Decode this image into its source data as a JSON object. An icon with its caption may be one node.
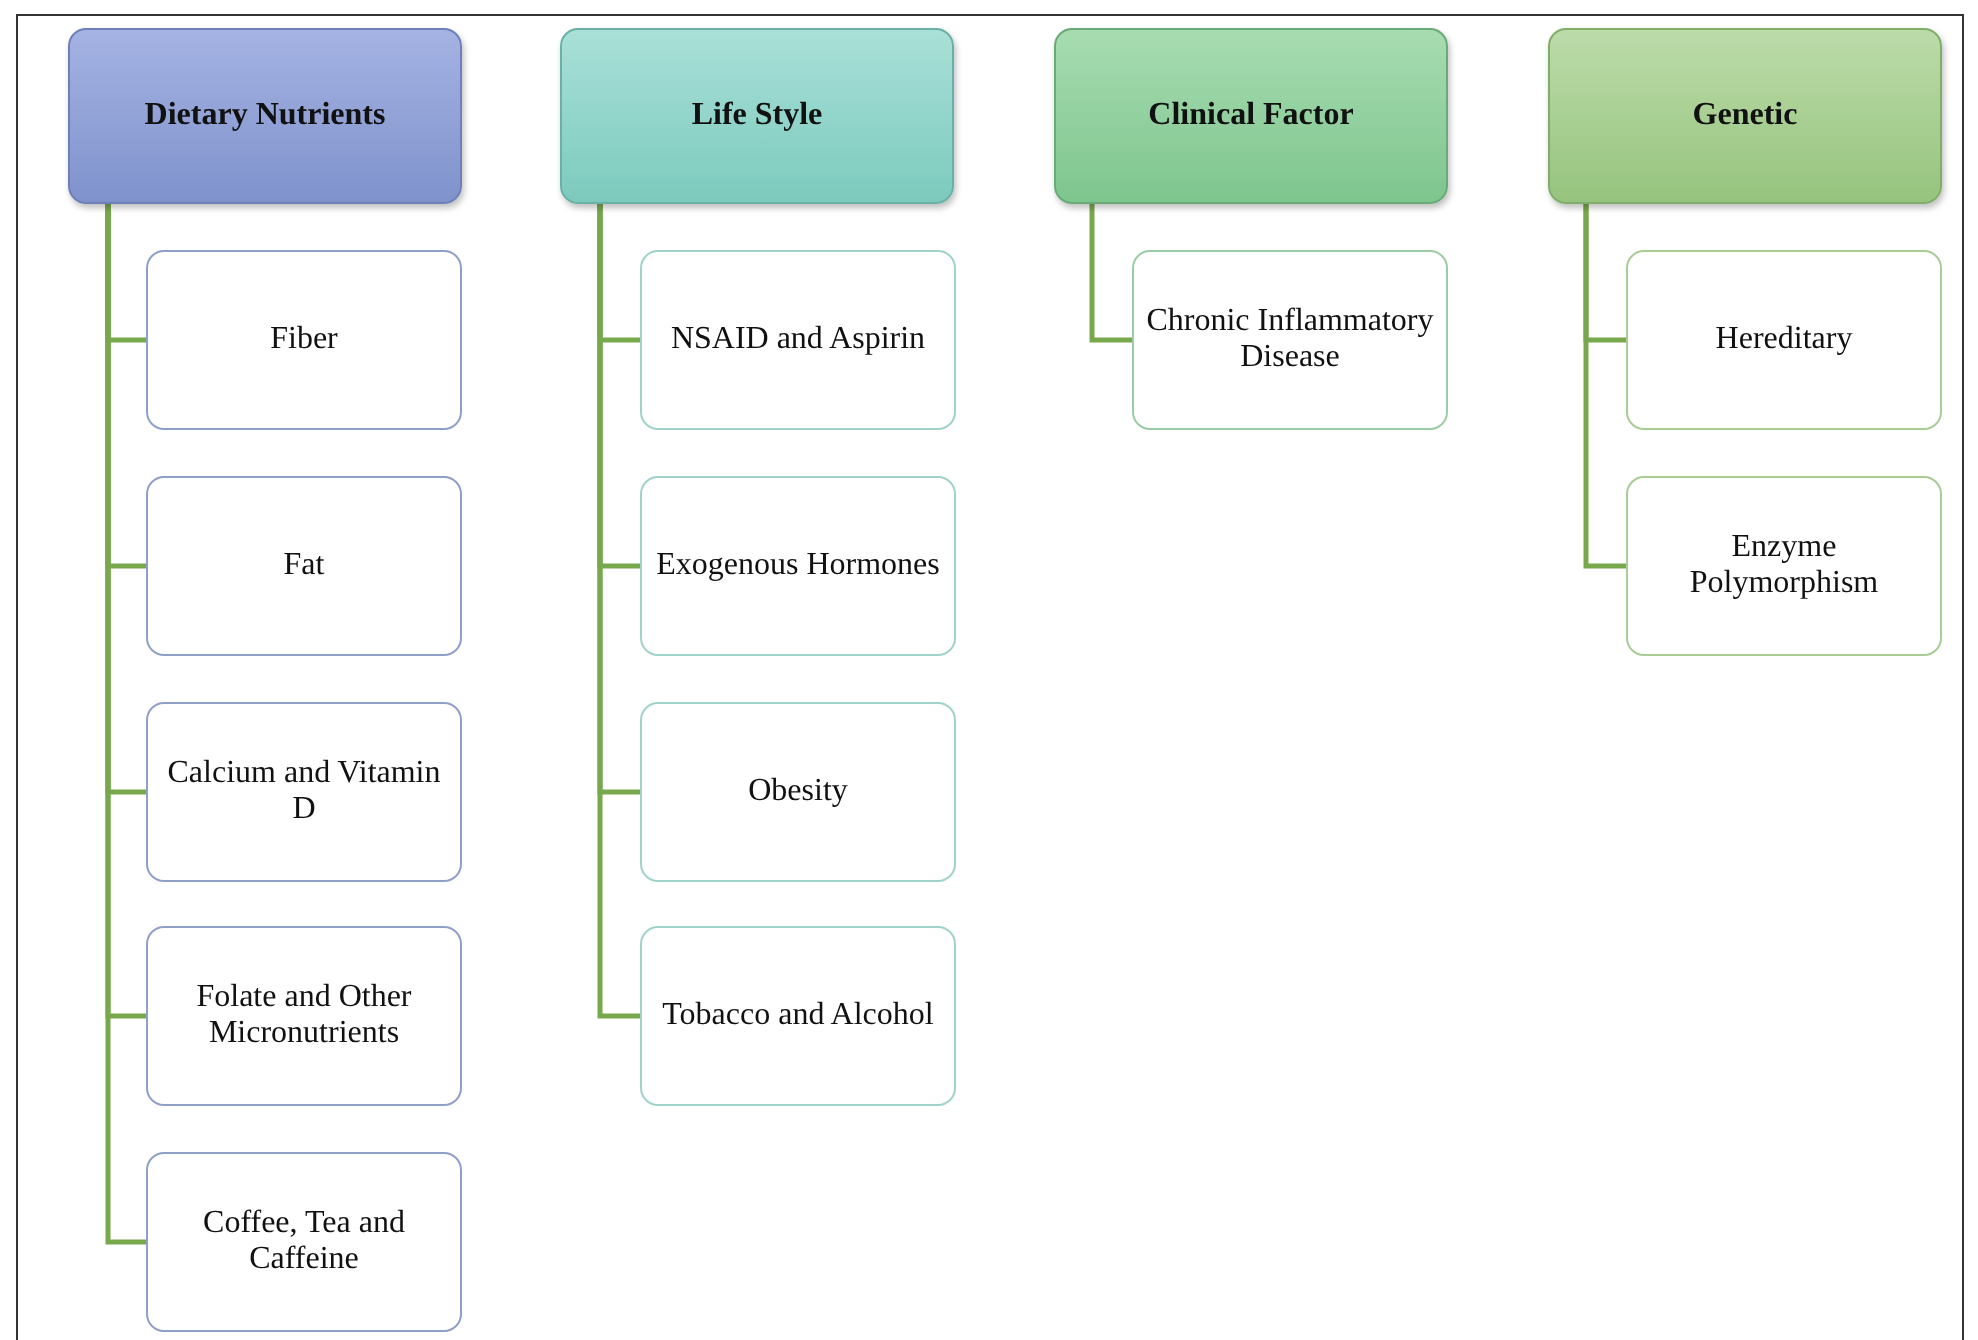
{
  "diagram": {
    "nodes": [
      {
        "text": [
          "Dietary Nutrients"
        ]
      },
      {
        "text": [
          "Fiber"
        ]
      },
      {
        "text": [
          "Fat"
        ]
      },
      {
        "text": [
          "Calcium and Vitamin D"
        ]
      },
      {
        "text": [
          "Folate and Other Micronutrients"
        ]
      },
      {
        "text": [
          "Coffee, Tea and Caffeine"
        ]
      },
      {
        "text": [
          "Life Style"
        ]
      },
      {
        "text": [
          "NSAID and Aspirin"
        ]
      },
      {
        "text": [
          "Exogenous Hormones"
        ]
      },
      {
        "text": [
          "Obesity"
        ]
      },
      {
        "text": [
          "Tobacco and Alcohol"
        ]
      },
      {
        "text": [
          "Clinical Factor"
        ]
      },
      {
        "text": [
          "Chronic Inflammatory Disease"
        ]
      },
      {
        "text": [
          "Genetic"
        ]
      },
      {
        "text": [
          "Hereditary"
        ]
      },
      {
        "text": [
          "Enzyme Polymorphism"
        ]
      }
    ],
    "edges": [
      {
        "from": 0,
        "to": 1,
        "arrow": "none"
      },
      {
        "from": 0,
        "to": 2,
        "arrow": "none"
      },
      {
        "from": 0,
        "to": 3,
        "arrow": "none"
      },
      {
        "from": 0,
        "to": 4,
        "arrow": "none"
      },
      {
        "from": 0,
        "to": 5,
        "arrow": "none"
      },
      {
        "from": 6,
        "to": 7,
        "arrow": "none"
      },
      {
        "from": 6,
        "to": 8,
        "arrow": "none"
      },
      {
        "from": 6,
        "to": 9,
        "arrow": "none"
      },
      {
        "from": 6,
        "to": 10,
        "arrow": "none"
      },
      {
        "from": 11,
        "to": 12,
        "arrow": "none"
      },
      {
        "from": 13,
        "to": 14,
        "arrow": "none"
      },
      {
        "from": 13,
        "to": 15,
        "arrow": "none"
      }
    ]
  }
}
